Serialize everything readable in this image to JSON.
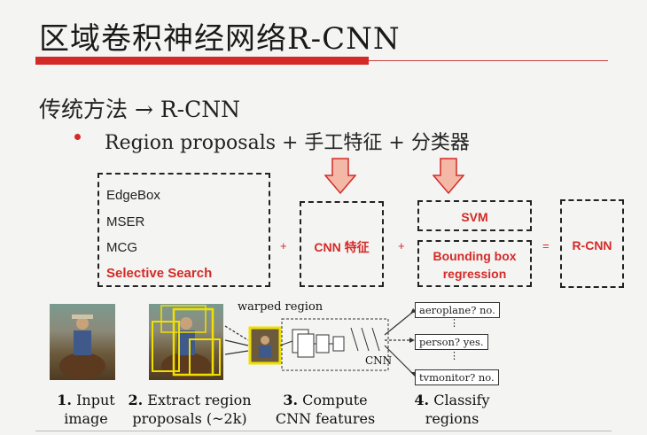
{
  "slide": {
    "title": "区域卷积神经网络R-CNN",
    "subtitle": "传统方法 → R-CNN",
    "bullet": "Region proposals + 手工特征 + 分类器"
  },
  "methods": {
    "items": [
      "EdgeBox",
      "MSER",
      "MCG"
    ],
    "highlight": "Selective Search"
  },
  "pipeline": {
    "plus1": "+",
    "cnn_feature": "CNN 特征",
    "plus2": "+",
    "svm": "SVM",
    "bbox_line1": "Bounding box",
    "bbox_line2": "regression",
    "equals": "=",
    "rcnn": "R-CNN"
  },
  "figure": {
    "warped_label": "warped region",
    "cnn_label": "CNN",
    "outputs": [
      "aeroplane? no.",
      "person? yes.",
      "tvmonitor? no."
    ],
    "vdots": "⋮",
    "captions": [
      {
        "num": "1.",
        "line1": " Input",
        "line2": "image"
      },
      {
        "num": "2.",
        "line1": " Extract region",
        "line2": "proposals (~2k)"
      },
      {
        "num": "3.",
        "line1": " Compute",
        "line2": "CNN features"
      },
      {
        "num": "4.",
        "line1": " Classify",
        "line2": "regions"
      }
    ]
  },
  "colors": {
    "accent": "#d42a27",
    "arrow_fill": "#f3b9a6"
  }
}
